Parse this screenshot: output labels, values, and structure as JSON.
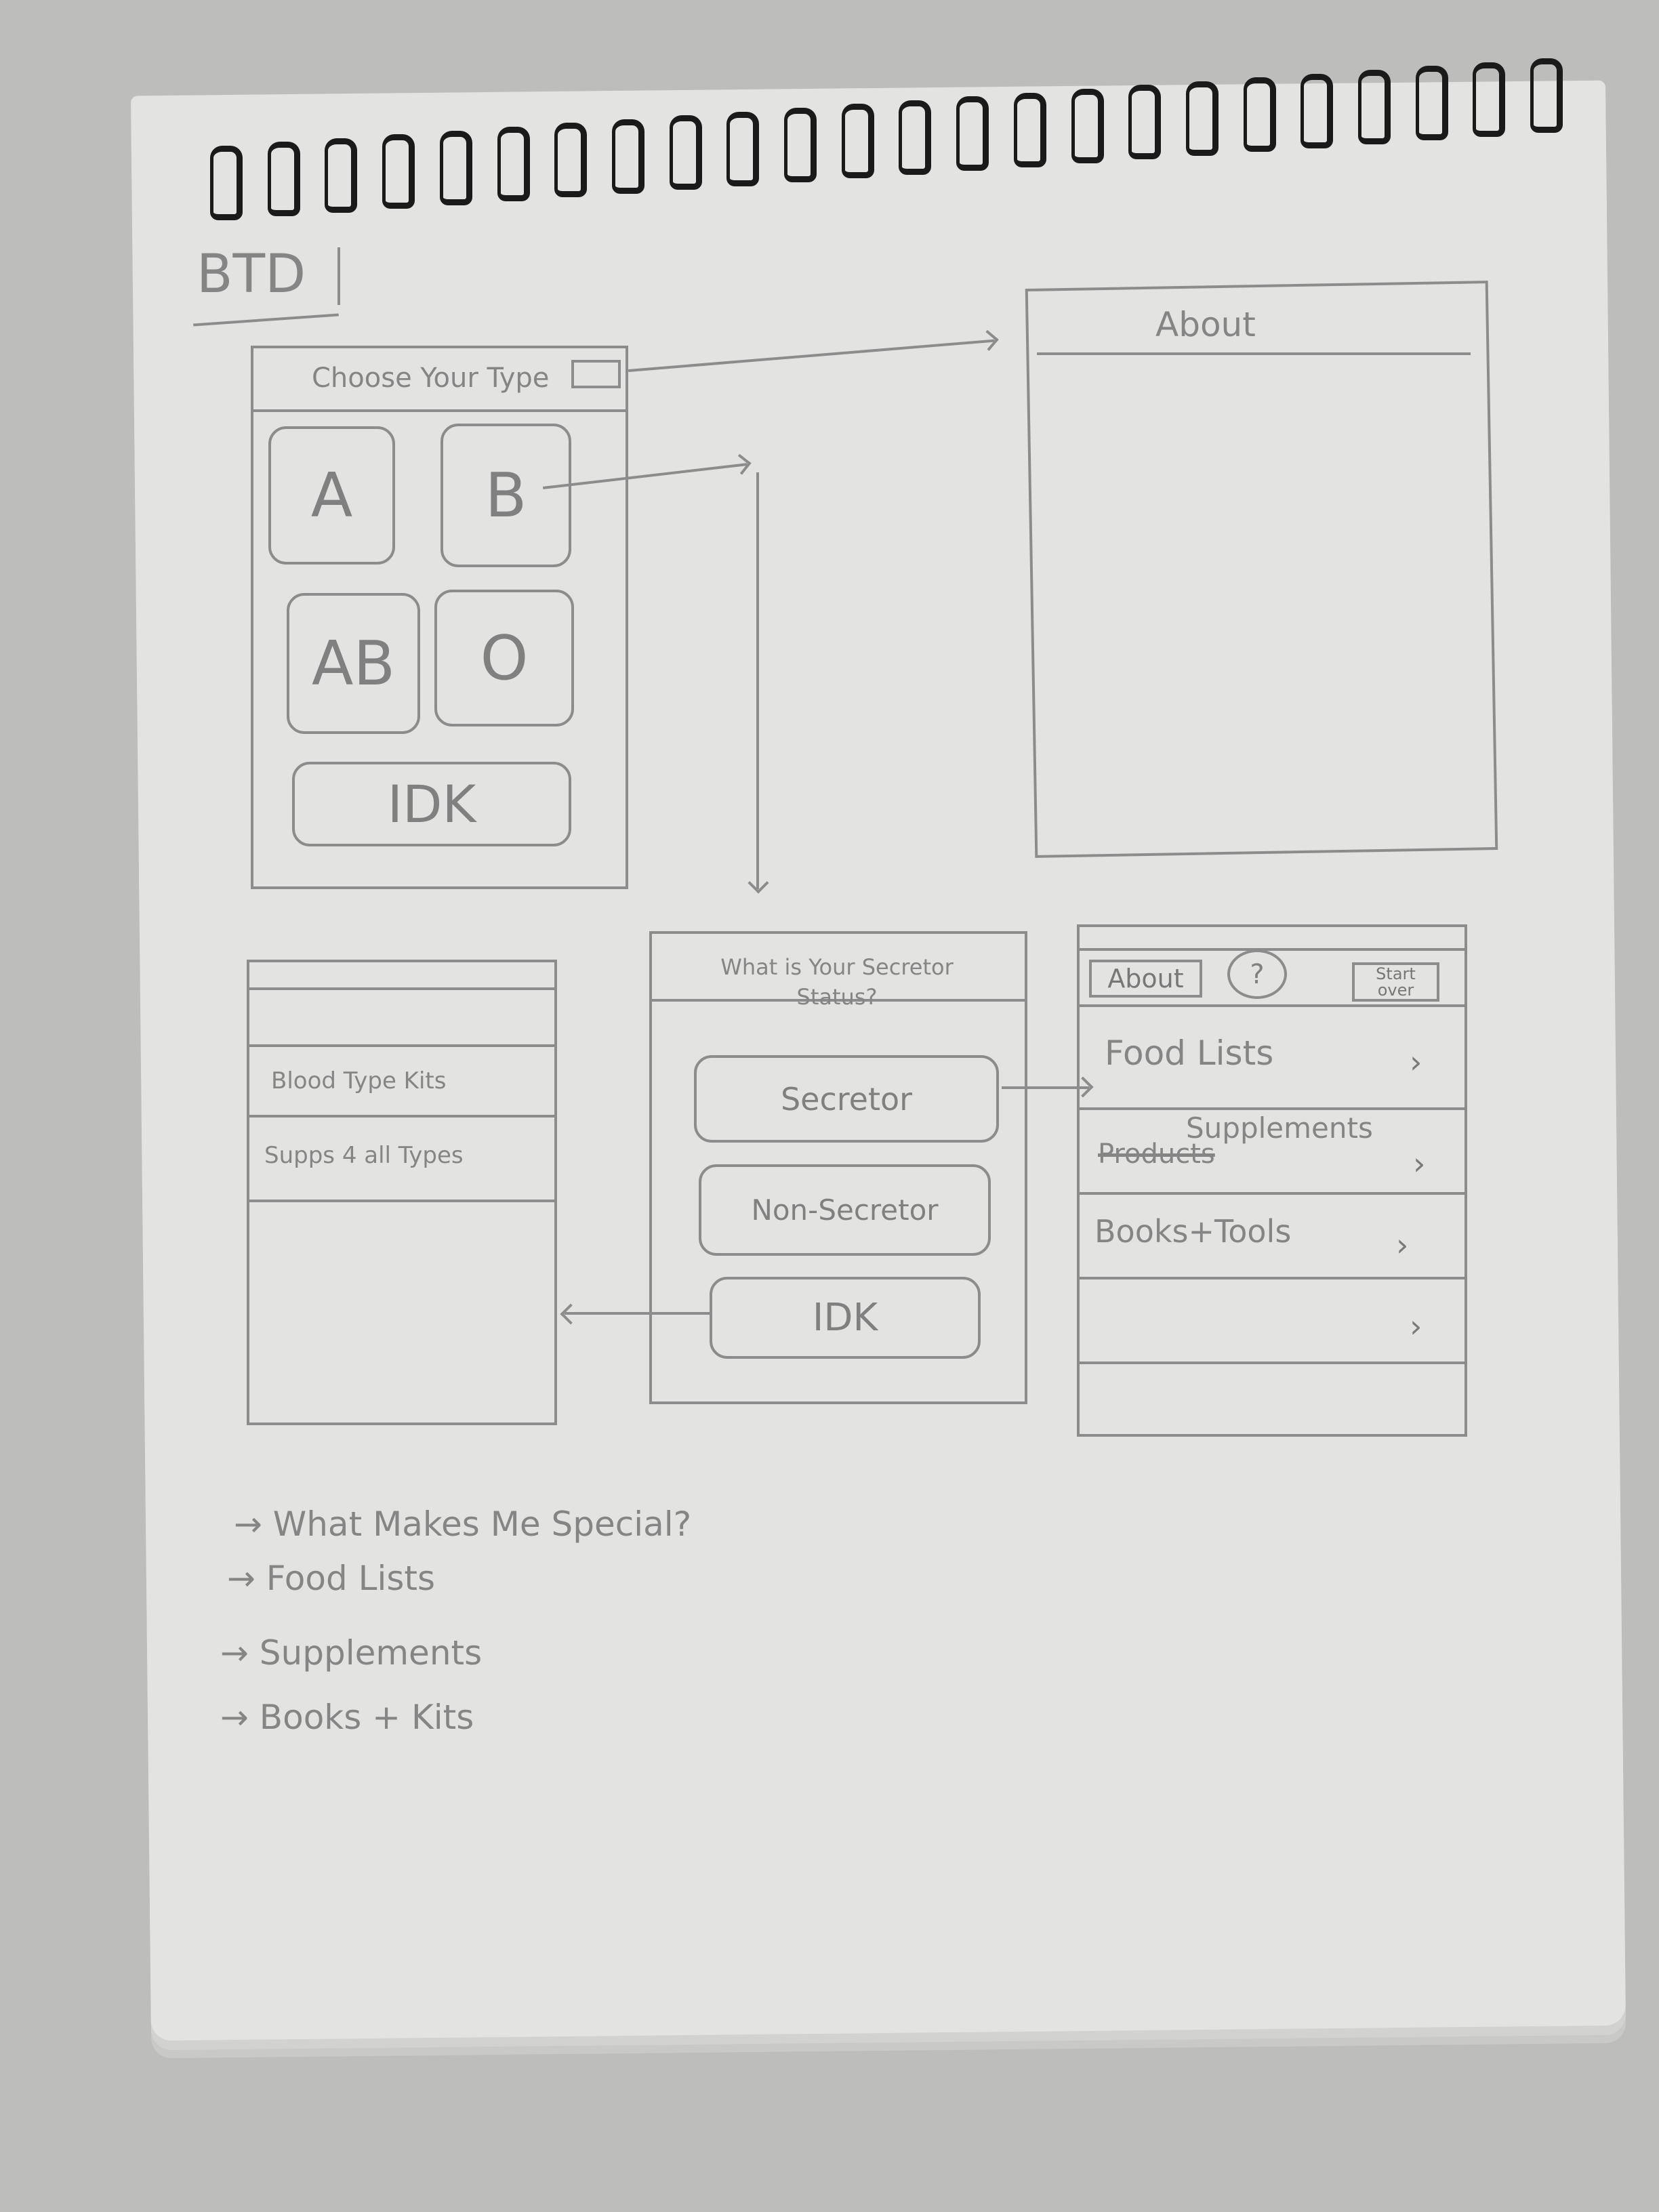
{
  "sketch_title": "BTD",
  "screen_choose_type": {
    "title": "Choose Your Type",
    "buttons": [
      "A",
      "B",
      "AB",
      "O",
      "IDK"
    ]
  },
  "screen_about": {
    "title": "About"
  },
  "screen_kits": {
    "items": [
      "Blood Type Kits",
      "Supps 4 all Types"
    ]
  },
  "screen_secretor": {
    "title": "What is Your Secretor Status?",
    "buttons": [
      "Secretor",
      "Non-Secretor",
      "IDK"
    ]
  },
  "screen_menu": {
    "about_button": "About",
    "help_button": "?",
    "start_over_button": "Start over",
    "rows": [
      {
        "label": "Food Lists",
        "struck": ""
      },
      {
        "label": "Supplements",
        "struck": "Products"
      },
      {
        "label": "Books+Tools",
        "struck": ""
      },
      {
        "label": "",
        "struck": ""
      }
    ],
    "chevron_icon": "chevron-right-icon"
  },
  "notes": [
    "What Makes Me Special?",
    "Food Lists",
    "Supplements",
    "Books + Kits"
  ],
  "colors": {
    "pencil": "#8c8c8c",
    "paper": "#e3e3e1",
    "spiral": "#1a1a1a"
  }
}
